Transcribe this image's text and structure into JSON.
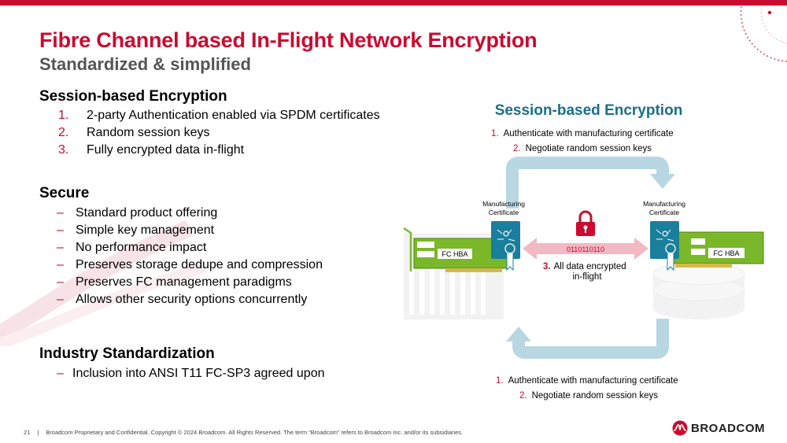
{
  "slide": {
    "title": "Fibre Channel based In-Flight Network Encryption",
    "subtitle": "Standardized & simplified"
  },
  "sections": [
    {
      "heading": "Session-based Encryption",
      "items": [
        {
          "marker": "1.",
          "text": "2-party Authentication enabled via SPDM certificates"
        },
        {
          "marker": "2.",
          "text": "Random session keys"
        },
        {
          "marker": "3.",
          "text": "Fully encrypted data in-flight"
        }
      ]
    },
    {
      "heading": "Secure",
      "items": [
        {
          "marker": "–",
          "text": "Standard product offering"
        },
        {
          "marker": "–",
          "text": "Simple key management"
        },
        {
          "marker": "–",
          "text": "No performance impact"
        },
        {
          "marker": "–",
          "text": "Preserves storage dedupe and compression"
        },
        {
          "marker": "–",
          "text": "Preserves FC management paradigms"
        },
        {
          "marker": "–",
          "text": "Allows other security options concurrently"
        }
      ]
    },
    {
      "heading": "Industry Standardization",
      "items": [
        {
          "marker": "–",
          "text": "Inclusion into ANSI T11 FC-SP3 agreed upon"
        }
      ]
    }
  ],
  "diagram": {
    "title": "Session-based Encryption",
    "top_steps": [
      {
        "num": "1.",
        "text": "Authenticate with manufacturing certificate"
      },
      {
        "num": "2.",
        "text": "Negotiate random session keys"
      }
    ],
    "bottom_steps": [
      {
        "num": "1.",
        "text": "Authenticate with manufacturing certificate"
      },
      {
        "num": "2.",
        "text": "Negotiate random session keys"
      }
    ],
    "left_cert_label": [
      "Manufacturing",
      "Certificate"
    ],
    "right_cert_label": [
      "Manufacturing",
      "Certificate"
    ],
    "left_hba_label": "FC HBA",
    "right_hba_label": "FC HBA",
    "bits": "0110110110",
    "encrypted_num": "3.",
    "encrypted_text": [
      "All data encrypted",
      "in-flight"
    ],
    "colors": {
      "accent_red": "#cc092f",
      "title_teal": "#1a6e8a",
      "arrow_blue": "#b8d7e3",
      "hba_green": "#7ab829",
      "cert_teal": "#1a7f9c",
      "data_pink": "#f2b8c3"
    }
  },
  "footer": {
    "page_number": "21",
    "separator": "|",
    "text": "Broadcom Proprietary and Confidential.  Copyright © 2024 Broadcom.  All Rights Reserved. The term “Broadcom” refers to Broadcom Inc. and/or its subsidiaries."
  },
  "logo": {
    "text": "BROADCOM",
    "icon": "broadcom-logo-icon"
  }
}
